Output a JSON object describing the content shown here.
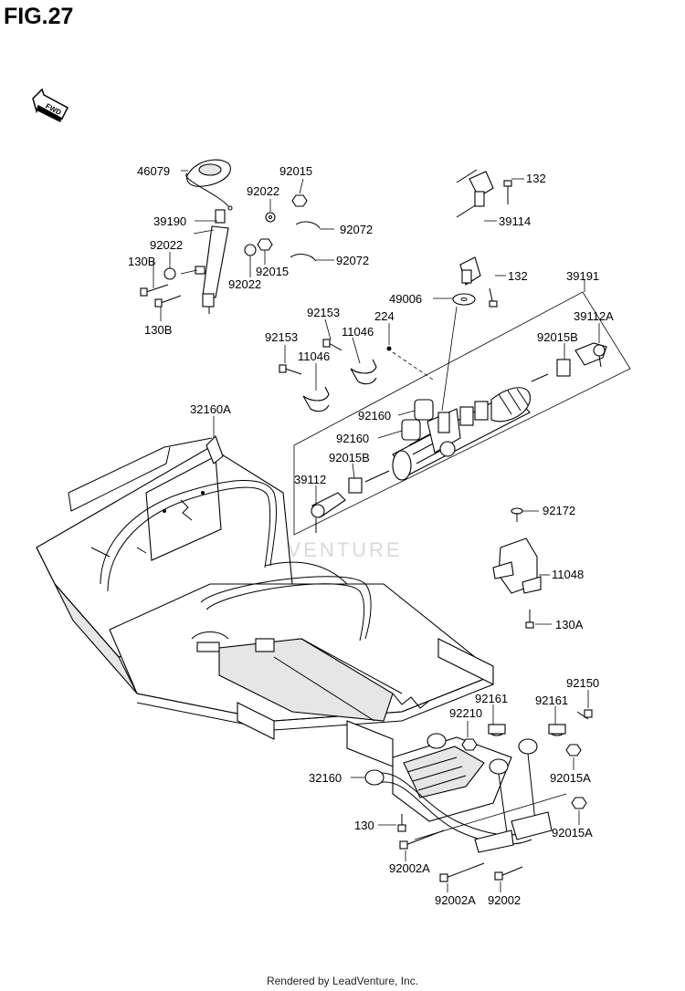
{
  "title": "FIG.27",
  "footer": "Rendered by LeadVenture, Inc.",
  "watermark": "LEADVENTURE",
  "fwd_label": "FWD",
  "labels": {
    "p46079": "46079",
    "p92015_a": "92015",
    "p92022_a": "92022",
    "p39190": "39190",
    "p92072_a": "92072",
    "p92022_b": "92022",
    "p130B_a": "130B",
    "p92072_b": "92072",
    "p92015_b": "92015",
    "p92022_c": "92022",
    "p130B_b": "130B",
    "p132_a": "132",
    "p39114": "39114",
    "p132_b": "132",
    "p39191": "39191",
    "p49006": "49006",
    "p224": "224",
    "p92153_a": "92153",
    "p11046_a": "11046",
    "p92153_b": "92153",
    "p11046_b": "11046",
    "p39112A": "39112A",
    "p92015B_a": "92015B",
    "p32160A": "32160A",
    "p92160_a": "92160",
    "p92160_b": "92160",
    "p92015B_b": "92015B",
    "p39112": "39112",
    "p92172": "92172",
    "p11048": "11048",
    "p130A": "130A",
    "p92150": "92150",
    "p92161_a": "92161",
    "p92161_b": "92161",
    "p92210": "92210",
    "p92015A_a": "92015A",
    "p32160": "32160",
    "p130": "130",
    "p92015A_b": "92015A",
    "p92002A_a": "92002A",
    "p92002A_b": "92002A",
    "p92002": "92002"
  }
}
